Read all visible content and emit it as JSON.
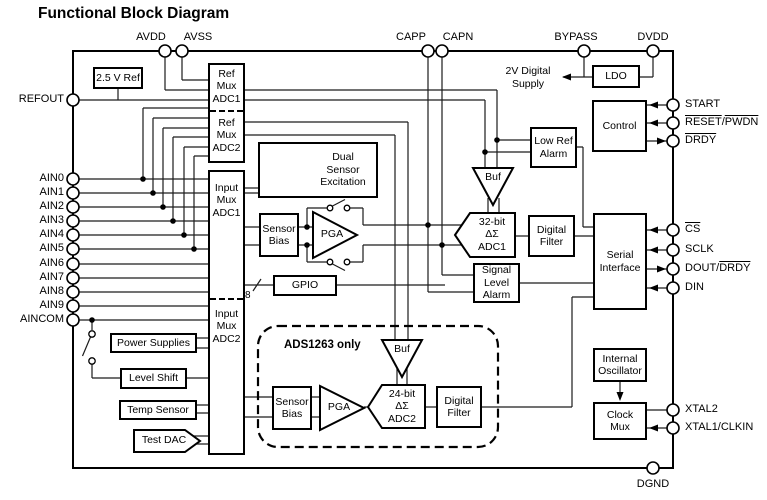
{
  "colors": {
    "background": "#ffffff",
    "ink": "#000000"
  },
  "title": "Functional Block Diagram",
  "pins": {
    "top": {
      "avdd": "AVDD",
      "avss": "AVSS",
      "capp": "CAPP",
      "capn": "CAPN",
      "bypass": "BYPASS",
      "dvdd": "DVDD"
    },
    "left": {
      "refout": "REFOUT",
      "ain0": "AIN0",
      "ain1": "AIN1",
      "ain2": "AIN2",
      "ain3": "AIN3",
      "ain4": "AIN4",
      "ain5": "AIN5",
      "ain6": "AIN6",
      "ain7": "AIN7",
      "ain8": "AIN8",
      "ain9": "AIN9",
      "aincom": "AINCOM"
    },
    "right": {
      "start": "START",
      "reset": "RESET",
      "slash": "/",
      "pwdn": "PWDN",
      "drdy": "DRDY",
      "cs": "CS",
      "sclk": "SCLK",
      "dout": "DOUT/",
      "dout_drdy": "DRDY",
      "din": "DIN",
      "xtal2": "XTAL2",
      "xtal1": "XTAL1/CLKIN"
    },
    "bottom": {
      "dgnd": "DGND"
    }
  },
  "blocks": {
    "vref": "2.5 V Ref",
    "ref_mux_adc1": "Ref\nMux\nADC1",
    "ref_mux_adc2": "Ref\nMux\nADC2",
    "input_mux_adc1": "Input\nMux\nADC1",
    "input_mux_adc2": "Input\nMux\nADC2",
    "dual_sensor": "Dual\nSensor\nExcitation",
    "sensor_bias_1": "Sensor\nBias",
    "pga_1": "PGA",
    "gpio": "GPIO",
    "power_supplies": "Power Supplies",
    "level_shift": "Level Shift",
    "temp_sensor": "Temp Sensor",
    "test_dac": "Test DAC",
    "buf_1": "Buf",
    "adc1": "32-bit\nΔΣ\nADC1",
    "digital_filter_1": "Digital\nFilter",
    "low_ref_alarm": "Low Ref\nAlarm",
    "signal_level_alarm": "Signal\nLevel\nAlarm",
    "ldo": "LDO",
    "control": "Control",
    "serial_interface": "Serial\nInterface",
    "internal_oscillator": "Internal\nOscillator",
    "clock_mux": "Clock\nMux",
    "sensor_bias_2": "Sensor\nBias",
    "pga_2": "PGA",
    "buf_2": "Buf",
    "adc2": "24-bit\nΔΣ\nADC2",
    "digital_filter_2": "Digital\nFilter"
  },
  "annotations": {
    "ads1263_only": "ADS1263 only",
    "digital_supply": "2V Digital\nSupply",
    "gpio_bus_width": "8"
  }
}
